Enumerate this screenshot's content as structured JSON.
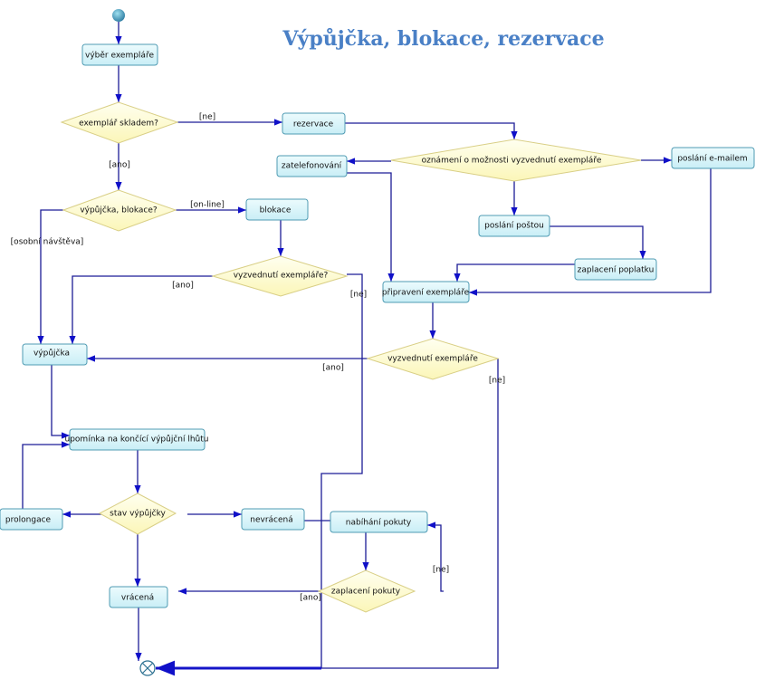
{
  "title": "Výpůjčka, blokace, rezervace",
  "colors": {
    "line": "#1c1c96",
    "action_fill": "#dff6fb",
    "decision_fill": "#ffffcc",
    "title": "#4a80c6"
  },
  "nodes": {
    "vyber": "výběr exempláře",
    "skladem": "exemplář skladem?",
    "rezervace": "rezervace",
    "oznameni": "oznámení o možnosti vyzvednutí exempláře",
    "zatelefonovani": "zatelefonování",
    "email": "poslání e-mailem",
    "postou": "poslání poštou",
    "poplatek": "zaplacení poplatku",
    "pripraveni": "připravení exempláře",
    "vyzvednuti2": "vyzvednutí exempláře",
    "vypujcka_blokace": "výpůjčka, blokace?",
    "blokace": "blokace",
    "vyzvednuti1": "vyzvednutí exempláře?",
    "vypujcka": "výpůjčka",
    "upominka": "upomínka na končící výpůjční lhůtu",
    "prolongace": "prolongace",
    "stav": "stav výpůjčky",
    "nevracena": "nevrácená",
    "nabihani": "nabíhání pokuty",
    "zaplaceni_pokuty": "zaplacení pokuty",
    "vracena": "vrácená"
  },
  "guards": {
    "skladem_ne": "[ne]",
    "skladem_ano": "[ano]",
    "online": "[on-line]",
    "osobni": "[osobní návštěva]",
    "vyzv1_ano": "[ano]",
    "vyzv1_ne": "[ne]",
    "vyzv2_ano": "[ano]",
    "vyzv2_ne": "[ne]",
    "pokuty_ne": "[ne]",
    "pokuty_ano": "[ano]"
  }
}
